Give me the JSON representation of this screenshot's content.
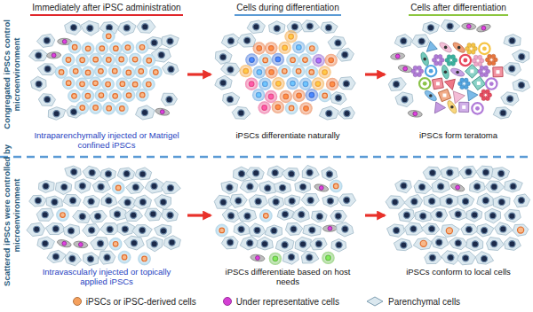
{
  "diagram": {
    "nodes": [
      {
        "text": [
          "Intraparenchymally injected or Matrigel confined iPSCs"
        ]
      },
      {
        "text": [
          "iPSCs differentiate naturally"
        ]
      },
      {
        "text": [
          "iPSCs form teratoma"
        ]
      },
      {
        "text": [
          "Intravascularly injected or topically applied iPSCs"
        ]
      },
      {
        "text": [
          "iPSCs differentiate based on host needs"
        ]
      },
      {
        "text": [
          "iPSCs conform to local cells"
        ]
      }
    ],
    "edges": [
      {
        "from": 0,
        "to": 1,
        "arrow": "to"
      },
      {
        "from": 1,
        "to": 2,
        "arrow": "to"
      },
      {
        "from": 3,
        "to": 4,
        "arrow": "to"
      },
      {
        "from": 4,
        "to": 5,
        "arrow": "to"
      }
    ],
    "labels": [
      "Immediately after iPSC administration",
      "Cells during differentiation",
      "Cells after differentiation",
      "Congregated iPSCs control microenvironment",
      "Scattered iPSCs were controlled by microenvironment"
    ],
    "legend": [
      {
        "text": "iPSCs or iPSC-derived cells",
        "color": "#f5a05c"
      },
      {
        "text": "Under representative cells",
        "color": "#d43fd4"
      },
      {
        "text": "Parenchymal cells"
      }
    ]
  }
}
